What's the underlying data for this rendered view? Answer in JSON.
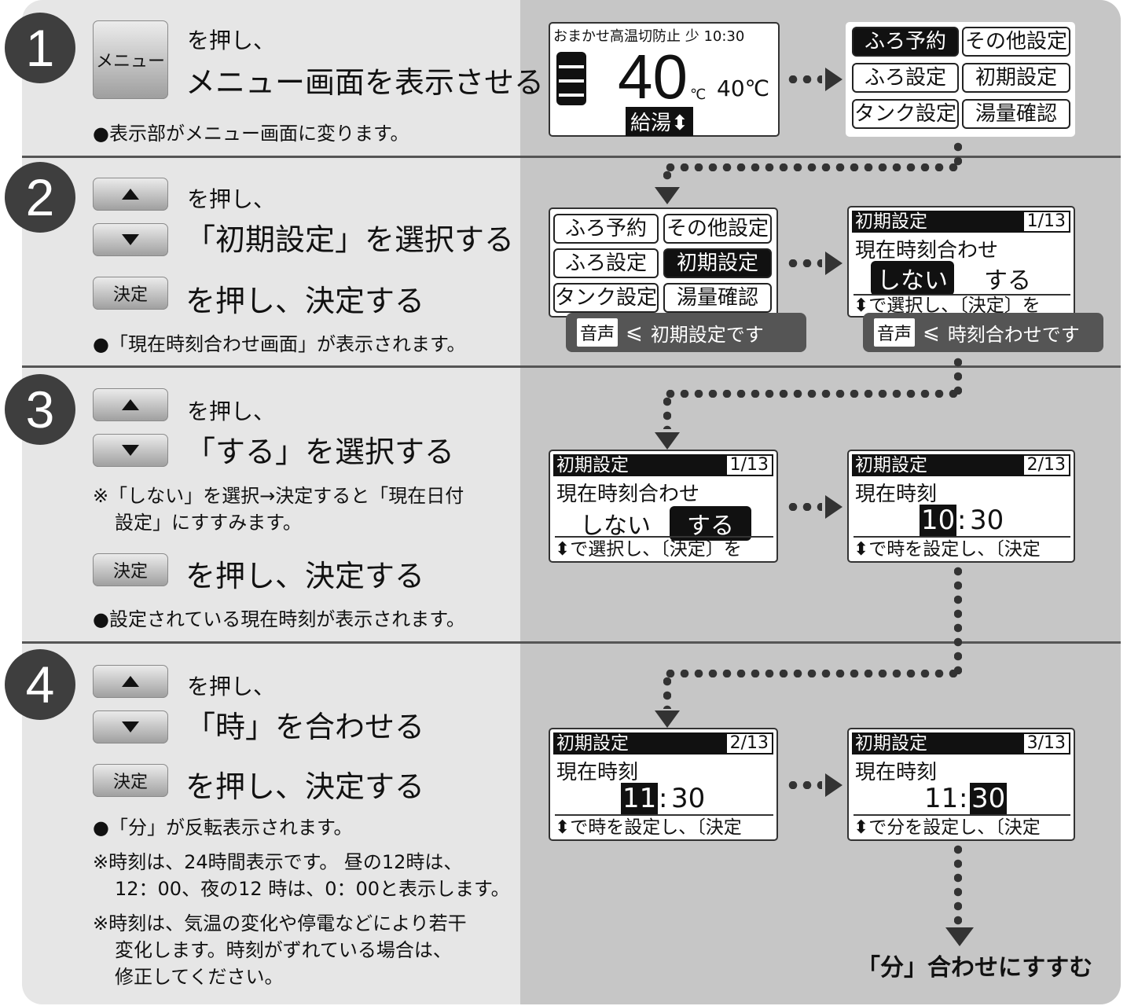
{
  "steps": [
    {
      "num": "1",
      "btn": "メニュー",
      "line1": "を押し、",
      "line2": "メニュー画面を表示させる",
      "note": "●表示部がメニュー画面に変ります。"
    },
    {
      "num": "2",
      "line1": "を押し、",
      "line2": "「初期設定」を選択する",
      "kettei": "決定",
      "line3": "を押し、決定する",
      "note": "●「現在時刻合わせ画面」が表示されます。"
    },
    {
      "num": "3",
      "line1": "を押し、",
      "line2": "「する」を選択する",
      "note1a": "※「しない」を選択→決定すると「現在日付",
      "note1b": "設定」にすすみます。",
      "kettei": "決定",
      "line3": "を押し、決定する",
      "note2": "●設定されている現在時刻が表示されます。"
    },
    {
      "num": "4",
      "line1": "を押し、",
      "line2": "「時」を合わせる",
      "kettei": "決定",
      "line3": "を押し、決定する",
      "note1": "●「分」が反転表示されます。",
      "note2a": "※時刻は、24時間表示です。 昼の12時は、",
      "note2b": "12：00、夜の12 時は、0：00と表示します。",
      "note3a": "※時刻は、気温の変化や停電などにより若干",
      "note3b": "変化します。時刻がずれている場合は、",
      "note3c": "修正してください。"
    }
  ],
  "screen_main": {
    "top": "おまかせ高温切防止 少 10:30",
    "temp": "40",
    "unit": "℃",
    "sub_temp": "40℃",
    "mode": "給湯⬍"
  },
  "menu": [
    "ふろ予約",
    "その他設定",
    "ふろ設定",
    "初期設定",
    "タンク設定",
    "湯量確認"
  ],
  "voice_label": "音声",
  "voice1": "初期設定です",
  "voice2": "時刻合わせです",
  "lcd": {
    "title": "初期設定",
    "p1": "1/13",
    "p2": "2/13",
    "p3": "3/13",
    "l_time_set": "現在時刻合わせ",
    "l_time": "現在時刻",
    "no": "しない",
    "yes": "する",
    "foot_select": "⬍で選択し、〔決定〕を",
    "foot_hour": "⬍で時を設定し、〔決定",
    "foot_min": "⬍で分を設定し、〔決定",
    "h10": "10",
    "h11": "11",
    "m30": "30",
    "colon": ":"
  },
  "final": "「分」合わせにすすむ"
}
